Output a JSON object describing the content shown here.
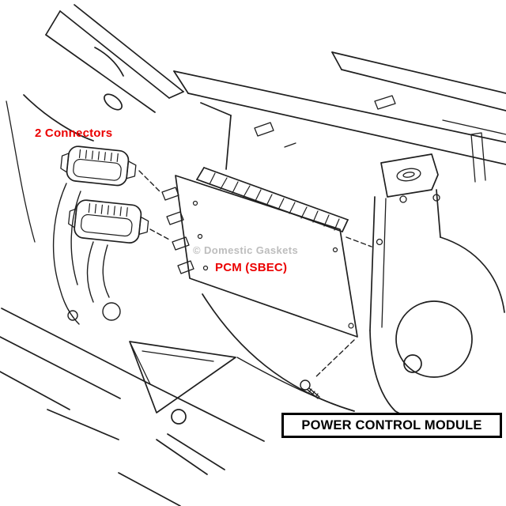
{
  "diagram": {
    "labels": {
      "connectors": "2 Connectors",
      "pcm": "PCM (SBEC)",
      "watermark": "© Domestic Gaskets"
    },
    "title_box": {
      "label": "POWER CONTROL MODULE"
    },
    "colors": {
      "callout_red": "#eb0000",
      "line_black": "#1f1f1f",
      "watermark_gray": "#bdbdbd",
      "background": "#ffffff"
    }
  }
}
